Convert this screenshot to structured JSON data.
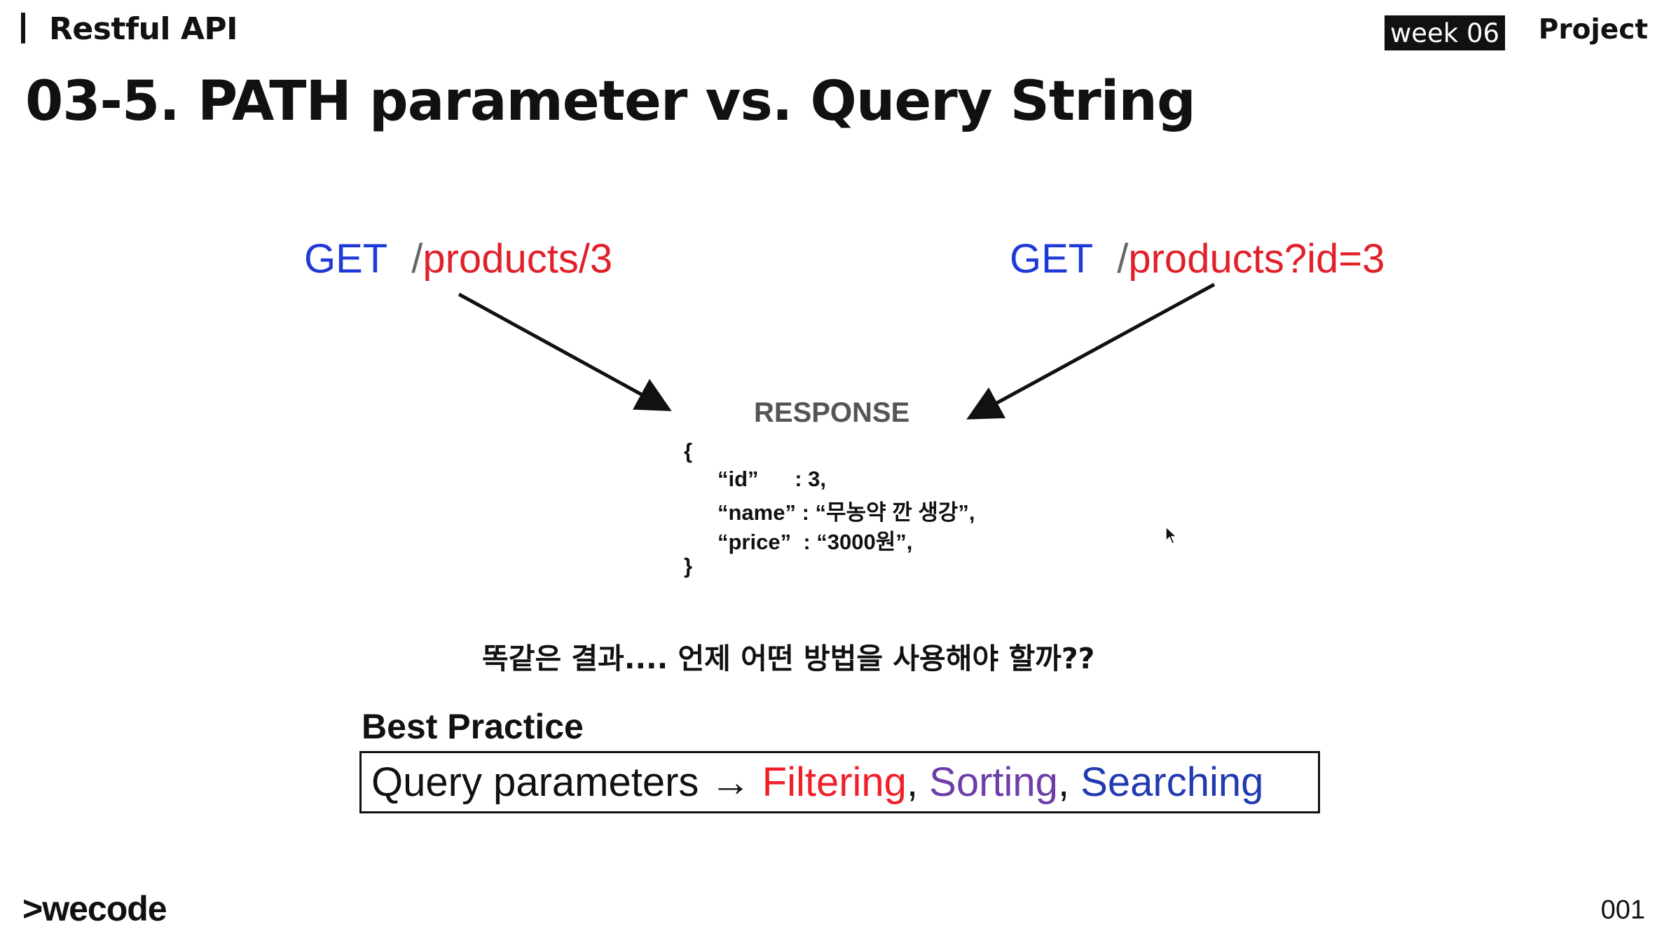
{
  "header": {
    "section_title": "Restful API",
    "week_badge": "week 06",
    "project_label": "Project"
  },
  "slide": {
    "title": "03-5. PATH parameter vs. Query String",
    "left_request": {
      "method": "GET",
      "slash": "/",
      "path": "products/3"
    },
    "right_request": {
      "method": "GET",
      "slash": "/",
      "path": "products?id=3"
    },
    "response": {
      "label": "RESPONSE",
      "open_brace": "{",
      "lines": [
        "“id”      : 3,",
        "“name” : “무농약 깐 생강”,",
        "“price”  : “3000원”,"
      ],
      "close_brace": "}"
    },
    "question": "똑같은 결과.... 언제 어떤 방법을 사용해야 할까??",
    "best_practice": {
      "label": "Best Practice",
      "prefix": "Query parameters → ",
      "item1": "Filtering",
      "sep1": ", ",
      "item2": "Sorting",
      "sep2": ", ",
      "item3": "Searching"
    }
  },
  "footer": {
    "logo": ">wecode",
    "page_number": "001"
  },
  "colors": {
    "method": "#1f3ad6",
    "path": "#e0202a",
    "filtering": "#f0202a",
    "sorting": "#6e3ea8",
    "searching": "#223ab0"
  }
}
